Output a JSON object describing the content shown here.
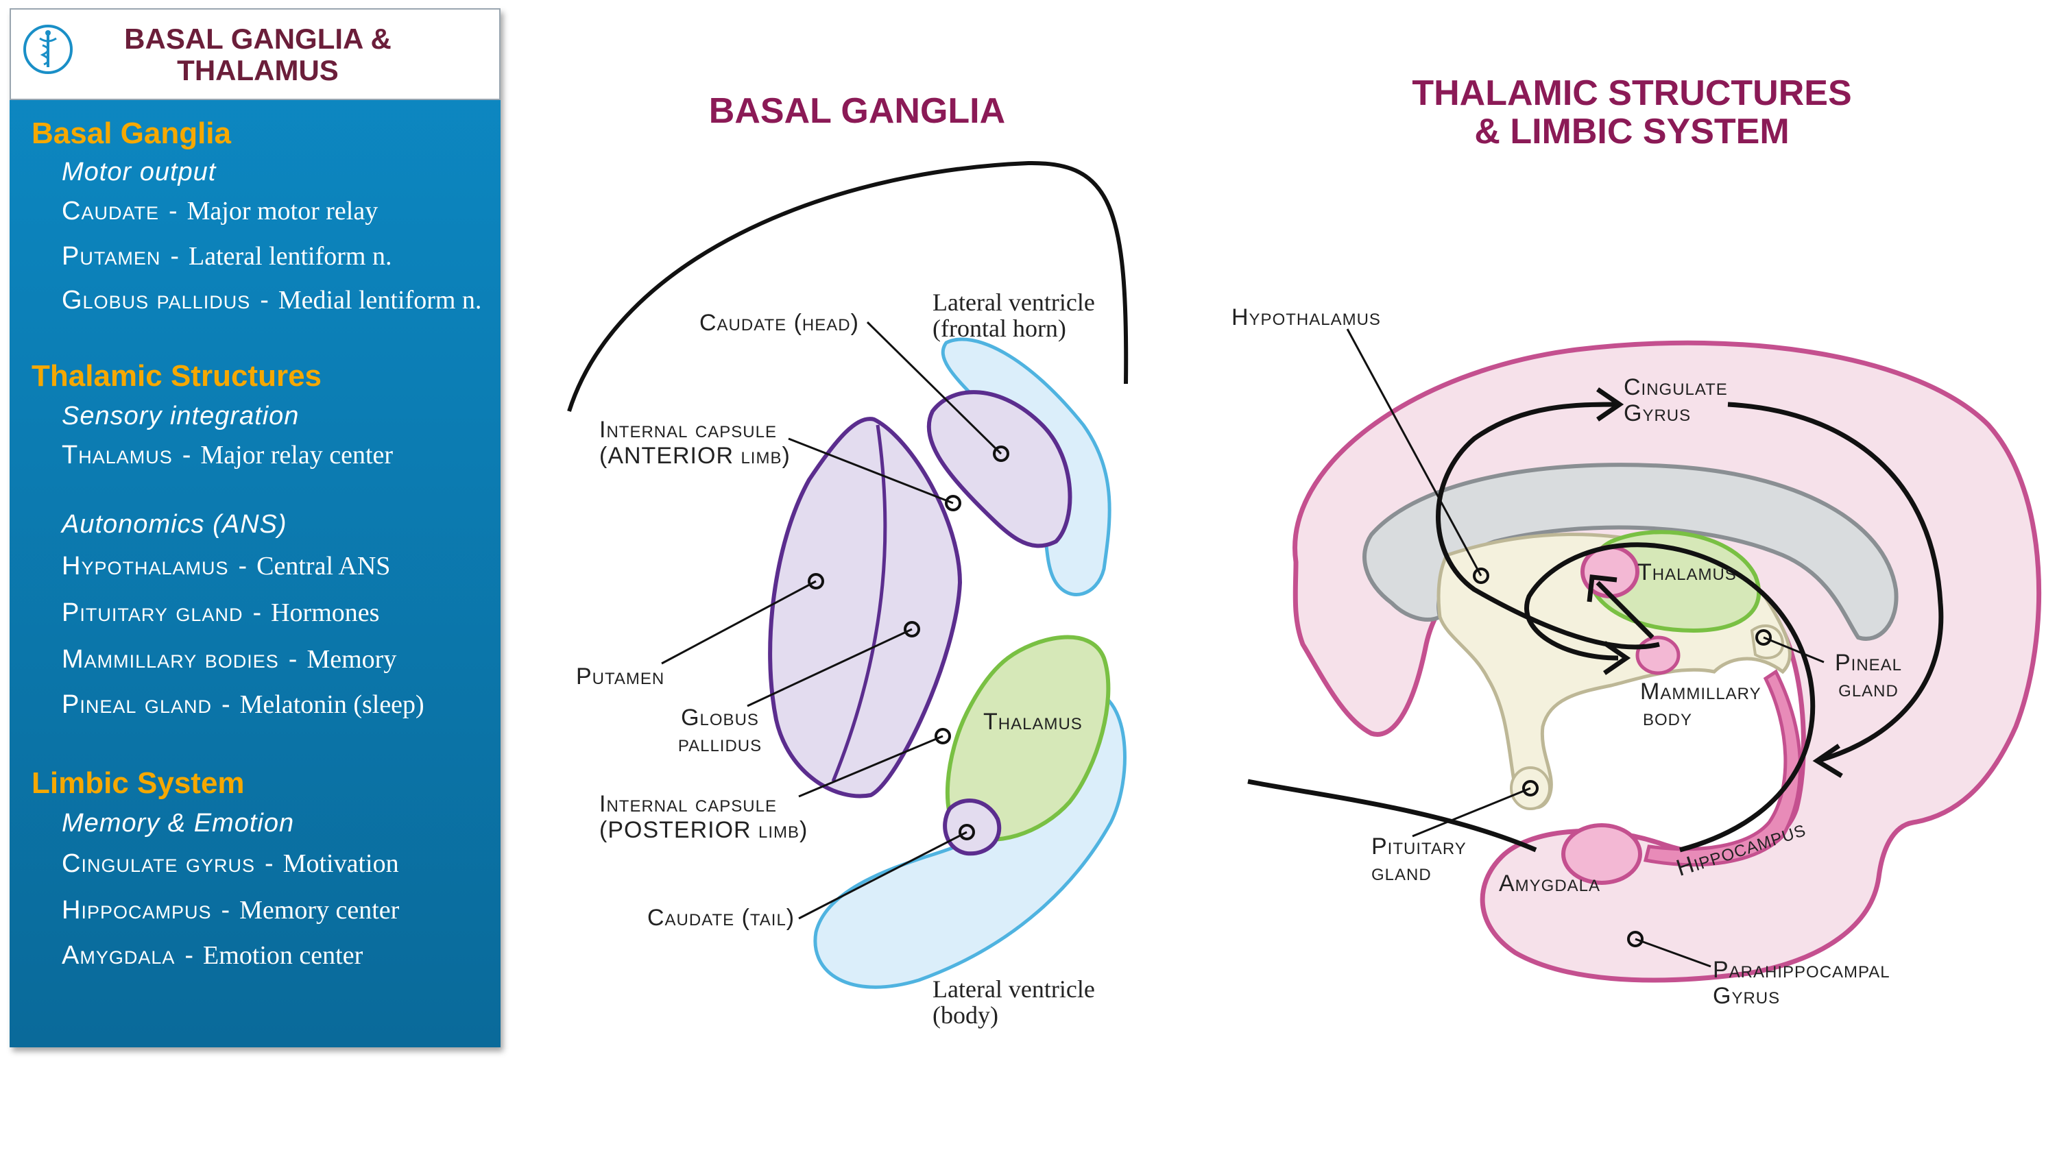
{
  "sidebar": {
    "title": "BASAL GANGLIA & THALAMUS",
    "logo_icon": "caduceus-icon",
    "sections": {
      "basal": {
        "heading": "Basal Ganglia",
        "subheading": "Motor output",
        "items": [
          {
            "term": "Caudate",
            "desc": "Major motor relay"
          },
          {
            "term": "Putamen",
            "desc": "Lateral lentiform n."
          },
          {
            "term": "Globus pallidus",
            "desc": "Medial lentiform n."
          }
        ]
      },
      "thalamic": {
        "heading": "Thalamic Structures",
        "subheading": "Sensory integration",
        "items": [
          {
            "term": "Thalamus",
            "desc": "Major relay center"
          }
        ],
        "subheading2": "Autonomics (ANS)",
        "items2": [
          {
            "term": "Hypothalamus",
            "desc": "Central ANS"
          },
          {
            "term": "Pituitary gland",
            "desc": "Hormones"
          },
          {
            "term": "Mammillary bodies",
            "desc": "Memory"
          },
          {
            "term": "Pineal gland",
            "desc": "Melatonin (sleep)"
          }
        ]
      },
      "limbic": {
        "heading": "Limbic System",
        "subheading": "Memory & Emotion",
        "items": [
          {
            "term": "Cingulate gyrus",
            "desc": "Motivation"
          },
          {
            "term": "Hippocampus",
            "desc": "Memory center"
          },
          {
            "term": "Amygdala",
            "desc": "Emotion center"
          }
        ]
      }
    }
  },
  "basal_panel": {
    "title": "BASAL GANGLIA",
    "labels": {
      "caudate_head": "Caudate (head)",
      "lat_vent_frontal_1": "Lateral ventricle",
      "lat_vent_frontal_2": "(frontal horn)",
      "ic_anterior_1": "Internal capsule",
      "ic_anterior_2": "(ANTERIOR limb)",
      "putamen": "Putamen",
      "globus_1": "Globus",
      "globus_2": "pallidus",
      "thalamus": "Thalamus",
      "ic_posterior_1": "Internal capsule",
      "ic_posterior_2": "(POSTERIOR limb)",
      "caudate_tail": "Caudate (tail)",
      "lat_vent_body_1": "Lateral ventricle",
      "lat_vent_body_2": "(body)"
    }
  },
  "thalamic_panel": {
    "title_1": "THALAMIC STRUCTURES",
    "title_2": "& LIMBIC SYSTEM",
    "labels": {
      "hypothalamus": "Hypothalamus",
      "cingulate_1": "Cingulate",
      "cingulate_2": "Gyrus",
      "thalamus": "Thalamus",
      "pineal_1": "Pineal",
      "pineal_2": "gland",
      "mammillary_1": "Mammillary",
      "mammillary_2": "body",
      "pituitary_1": "Pituitary",
      "pituitary_2": "gland",
      "amygdala": "Amygdala",
      "hippocampus": "Hippocampus",
      "parahippo_1": "Parahippocampal",
      "parahippo_2": "Gyrus"
    }
  },
  "colors": {
    "title": "#8b1a56",
    "section_heading": "#f6a800",
    "sidebar_bg": "#0a7ab2",
    "basal_purple": "#5b2d8e",
    "thalamus_green": "#79c043",
    "ventricle_blue": "#4fb3e0",
    "limbic_pink": "#c4508f"
  }
}
